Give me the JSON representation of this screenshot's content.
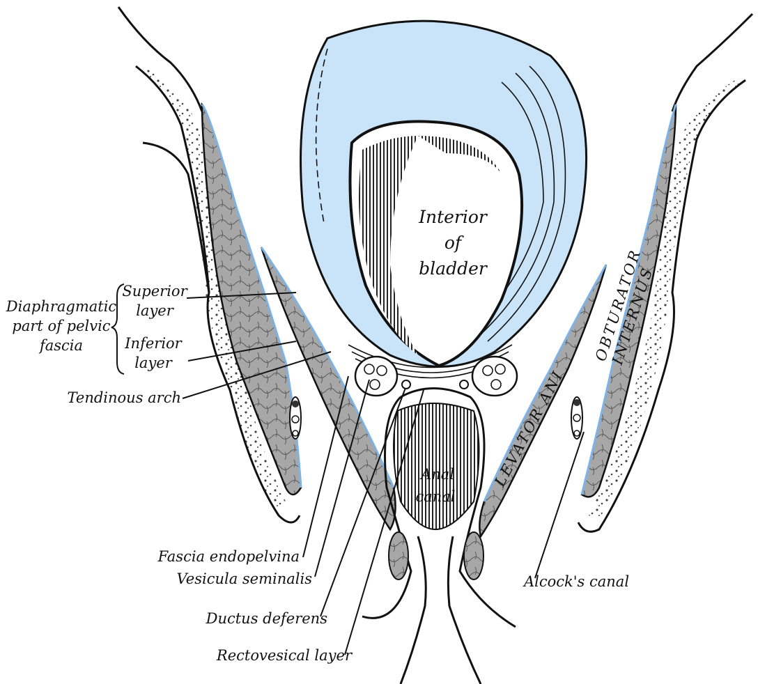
{
  "colors": {
    "fascia": "#c9e3f8",
    "fascia_line": "#7fb2e6",
    "ink": "#111111",
    "muscle": "#9a9a9a"
  },
  "labels": {
    "interior_line1": "Interior",
    "interior_line2": "of",
    "interior_line3": "bladder",
    "anal_line1": "Anal",
    "anal_line2": "canal",
    "diaphragmatic_line1": "Diaphragmatic",
    "diaphragmatic_line2": "part of pelvic",
    "diaphragmatic_line3": "fascia",
    "superior_line1": "Superior",
    "superior_line2": "layer",
    "inferior_line1": "Inferior",
    "inferior_line2": "layer",
    "tendinous_arch": "Tendinous arch",
    "fascia_endopelvina": "Fascia endopelvina",
    "vesicula_seminalis": "Vesicula seminalis",
    "ductus_deferens": "Ductus deferens",
    "rectovesical_layer": "Rectovesical layer",
    "alcocks_canal": "Alcock's canal",
    "levator_ani": "LEVATOR ANI",
    "obturator_line1": "OBTURATOR",
    "obturator_line2": "INTERNUS"
  }
}
